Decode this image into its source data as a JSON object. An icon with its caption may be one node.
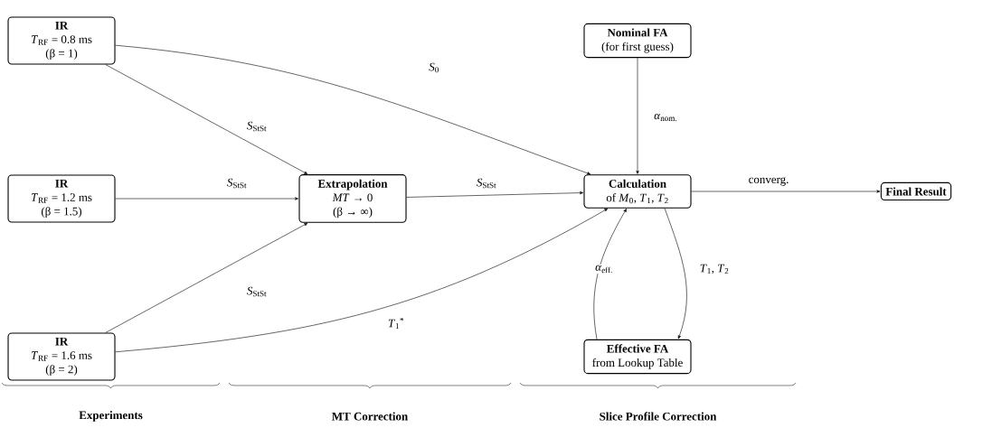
{
  "diagram": {
    "nodes": [
      {
        "text": [
          "IR",
          "*T*$_{RF}$ = 0.8 ms",
          "(β = 1)"
        ]
      },
      {
        "text": [
          "IR",
          "*T*$_{RF}$ = 1.2 ms",
          "(β = 1.5)"
        ]
      },
      {
        "text": [
          "IR",
          "*T*$_{RF}$ = 1.6 ms",
          "(β = 2)"
        ]
      },
      {
        "text": [
          "Extrapolation",
          "*MT* → 0",
          "(β → ∞)"
        ]
      },
      {
        "text": [
          "Nominal FA",
          "(for first guess)"
        ]
      },
      {
        "text": [
          "Calculation",
          "of *M*$_{0}$, *T*$_{1}$, *T*$_{2}$"
        ]
      },
      {
        "text": [
          "Final Result"
        ]
      },
      {
        "text": [
          "Effective FA",
          "from Lookup Table"
        ]
      }
    ],
    "edges": [
      {
        "from": 0,
        "to": 5,
        "arrow": "to",
        "label": "*S*$_{0}$"
      },
      {
        "from": 0,
        "to": 3,
        "arrow": "to",
        "label": "*S*$_{StSt}$"
      },
      {
        "from": 1,
        "to": 3,
        "arrow": "to",
        "label": "*S*$_{StSt}$"
      },
      {
        "from": 2,
        "to": 3,
        "arrow": "to",
        "label": "*S*$_{StSt}$"
      },
      {
        "from": 3,
        "to": 5,
        "arrow": "to",
        "label": "*S*$_{StSt}$"
      },
      {
        "from": 2,
        "to": 5,
        "arrow": "to",
        "label": "*T*$_{1}$$^{*}$"
      },
      {
        "from": 4,
        "to": 5,
        "arrow": "to",
        "label": "*α*$_{nom.}$"
      },
      {
        "from": 5,
        "to": 6,
        "arrow": "to",
        "label": "converg."
      },
      {
        "from": 5,
        "to": 7,
        "arrow": "to",
        "label": "*T*$_{1}$, *T*$_{2}$"
      },
      {
        "from": 7,
        "to": 5,
        "arrow": "to",
        "label": "*α*$_{eff.}$"
      }
    ],
    "labels": [
      "Experiments",
      "MT Correction",
      "Slice Profile Correction"
    ]
  }
}
